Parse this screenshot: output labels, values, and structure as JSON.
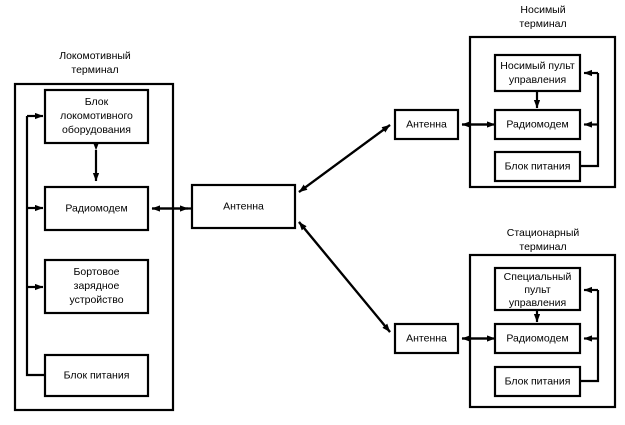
{
  "diagram": {
    "title_left": [
      "Локомотивный",
      "терминал"
    ],
    "title_top_right": [
      "Носимый",
      "терминал"
    ],
    "title_bottom_right": [
      "Стационарный",
      "терминал"
    ],
    "colors": {
      "stroke": "#000000",
      "fill": "#ffffff",
      "background": "#ffffff"
    },
    "left_terminal": {
      "blocks": [
        {
          "id": "loco-equipment",
          "lines": [
            "Блок",
            "локомотивного",
            "оборудования"
          ]
        },
        {
          "id": "radiomodem",
          "lines": [
            "Радиомодем"
          ]
        },
        {
          "id": "charger",
          "lines": [
            "Бортовое",
            "зарядное",
            "устройство"
          ]
        },
        {
          "id": "power-supply",
          "lines": [
            "Блок питания"
          ]
        }
      ]
    },
    "central_antenna": {
      "id": "antenna-central",
      "lines": [
        "Антенна"
      ]
    },
    "top_right_terminal": {
      "antenna": {
        "id": "antenna-portable",
        "lines": [
          "Антенна"
        ]
      },
      "blocks": [
        {
          "id": "portable-console",
          "lines": [
            "Носимый пульт",
            "управления"
          ]
        },
        {
          "id": "radiomodem",
          "lines": [
            "Радиомодем"
          ]
        },
        {
          "id": "power-supply",
          "lines": [
            "Блок питания"
          ]
        }
      ]
    },
    "bottom_right_terminal": {
      "antenna": {
        "id": "antenna-stationary",
        "lines": [
          "Антенна"
        ]
      },
      "blocks": [
        {
          "id": "special-console",
          "lines": [
            "Специальный",
            "пульт",
            "управления"
          ]
        },
        {
          "id": "radiomodem",
          "lines": [
            "Радиомодем"
          ]
        },
        {
          "id": "power-supply",
          "lines": [
            "Блок питания"
          ]
        }
      ]
    }
  }
}
